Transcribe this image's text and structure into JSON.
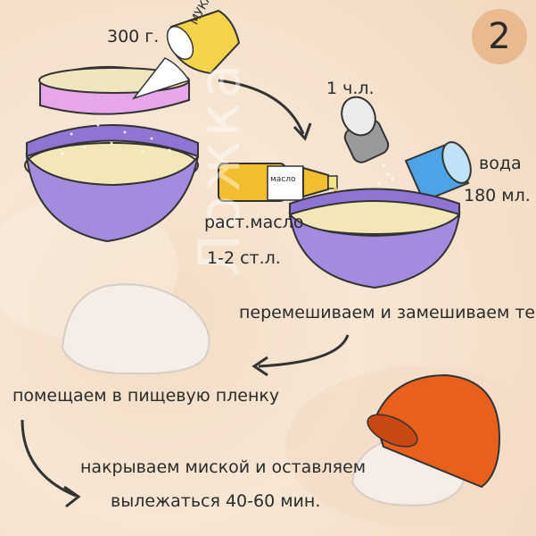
{
  "step_number": "2",
  "flour": {
    "amount": "300 г.",
    "package_label": "МУКА"
  },
  "salt": {
    "amount": "1 ч.л."
  },
  "water": {
    "label": "вода",
    "amount": "180 мл."
  },
  "oil": {
    "label_line1": "раст.масло",
    "label_line2": "1-2 ст.л.",
    "bottle_label": "масло"
  },
  "steps": {
    "knead": "перемешиваем и замешиваем тесто",
    "wrap": "помещаем в пищевую пленку",
    "rest_line1": "накрываем миской и оставляем",
    "rest_line2": "вылежаться 40-60 мин."
  },
  "watermark": "Ложка",
  "colors": {
    "bowl_purple": "#a48be0",
    "sieve_pink": "#e7a5ea",
    "flour_yellow": "#f5d44a",
    "bowl_orange": "#e8601c",
    "step_circle": "#e9b98f"
  }
}
